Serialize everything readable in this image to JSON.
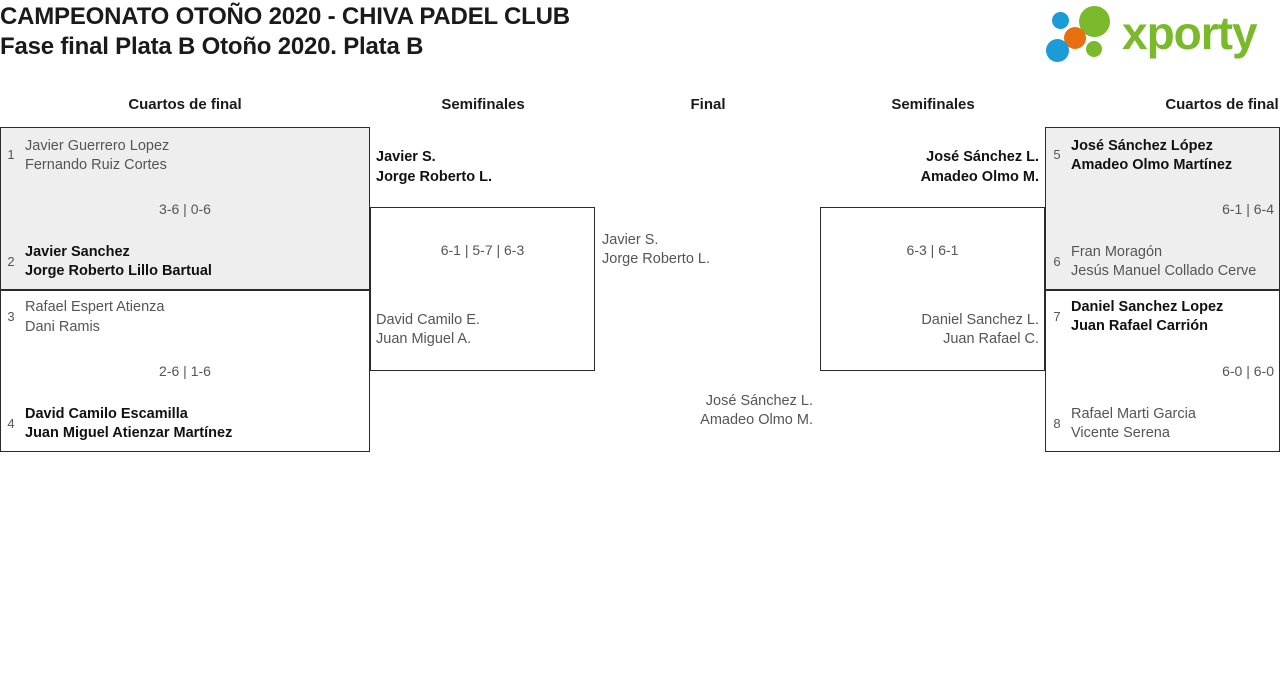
{
  "header": {
    "title_line1": "CAMPEONATO OTOÑO 2020 - CHIVA PADEL CLUB",
    "title_line2": "Fase final Plata B Otoño 2020. Plata B",
    "logo_text": "xporty",
    "logo_colors": {
      "green": "#7ab929",
      "blue": "#1b9bd8",
      "orange": "#e8700f",
      "word": "#7ab929"
    }
  },
  "rounds": [
    {
      "label": "Cuartos de final"
    },
    {
      "label": "Semifinales"
    },
    {
      "label": "Final"
    },
    {
      "label": "Semifinales"
    },
    {
      "label": "Cuartos de final"
    }
  ],
  "left_quarters": [
    {
      "shaded": true,
      "score": "3-6 | 0-6",
      "top": {
        "seed": "1",
        "p1": "Javier Guerrero Lopez",
        "p2": "Fernando Ruiz Cortes",
        "winner": false
      },
      "bottom": {
        "seed": "2",
        "p1": "Javier Sanchez",
        "p2": "Jorge Roberto Lillo Bartual",
        "winner": true
      }
    },
    {
      "shaded": false,
      "score": "2-6 | 1-6",
      "top": {
        "seed": "3",
        "p1": "Rafael Espert Atienza",
        "p2": "Dani Ramis",
        "winner": false
      },
      "bottom": {
        "seed": "4",
        "p1": "David Camilo Escamilla",
        "p2": "Juan Miguel Atienzar Martínez",
        "winner": true
      }
    }
  ],
  "right_quarters": [
    {
      "shaded": true,
      "score": "6-1 | 6-4",
      "top": {
        "seed": "5",
        "p1": "José Sánchez López",
        "p2": "Amadeo Olmo Martínez",
        "winner": true
      },
      "bottom": {
        "seed": "6",
        "p1": "Fran Moragón",
        "p2": "Jesús Manuel Collado Cerve",
        "winner": false
      }
    },
    {
      "shaded": false,
      "score": "6-0 | 6-0",
      "top": {
        "seed": "7",
        "p1": "Daniel Sanchez Lopez",
        "p2": "Juan Rafael Carrión",
        "winner": true
      },
      "bottom": {
        "seed": "8",
        "p1": "Rafael Marti Garcia",
        "p2": "Vicente Serena",
        "winner": false
      }
    }
  ],
  "left_semifinal": {
    "score": "6-1 | 5-7 | 6-3",
    "top": {
      "p1": "Javier S.",
      "p2": "Jorge Roberto L.",
      "winner": true
    },
    "bottom": {
      "p1": "David Camilo E.",
      "p2": "Juan Miguel A.",
      "winner": false
    }
  },
  "right_semifinal": {
    "score": "6-3 | 6-1",
    "top": {
      "p1": "José Sánchez L.",
      "p2": "Amadeo Olmo M.",
      "winner": true
    },
    "bottom": {
      "p1": "Daniel Sanchez L.",
      "p2": "Juan Rafael C.",
      "winner": false
    }
  },
  "final": {
    "score": "",
    "left": {
      "p1": "Javier S.",
      "p2": "Jorge Roberto L.",
      "winner": false
    },
    "right": {
      "p1": "José Sánchez L.",
      "p2": "Amadeo Olmo M.",
      "winner": false
    }
  }
}
